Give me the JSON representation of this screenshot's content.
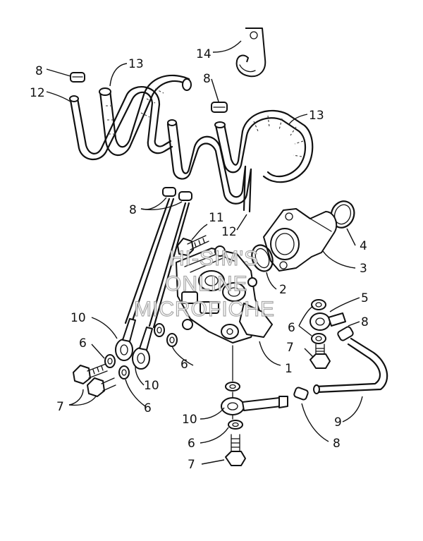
{
  "callouts": {
    "n14": "14",
    "n13a": "13",
    "n13b": "13",
    "n12a": "12",
    "n12b": "12",
    "n8a": "8",
    "n8b": "8",
    "n8c": "8",
    "n8d": "8",
    "n8e": "8",
    "n11": "11",
    "n4": "4",
    "n3": "3",
    "n2": "2",
    "n5": "5",
    "n1": "1",
    "n10a": "10",
    "n10b": "10",
    "n10c": "10",
    "n6a": "6",
    "n6b": "6",
    "n6c": "6",
    "n6d": "6",
    "n6e": "6",
    "n7a": "7",
    "n7b": "7",
    "n7c": "7",
    "n9": "9"
  },
  "watermark": {
    "line1": "HI-SIM'S",
    "line2": "ONLINE",
    "line3": "MICROFICHE"
  }
}
